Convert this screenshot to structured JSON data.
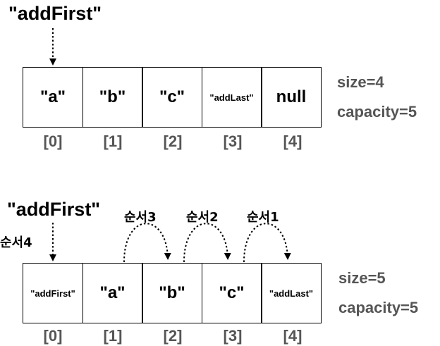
{
  "before": {
    "operation_label": "\"addFirst\"",
    "cells": [
      "\"a\"",
      "\"b\"",
      "\"c\"",
      "\"addLast\"",
      "null"
    ],
    "indices": [
      "[0]",
      "[1]",
      "[2]",
      "[3]",
      "[4]"
    ],
    "size_label": "size=4",
    "capacity_label": "capacity=5"
  },
  "after": {
    "operation_label": "\"addFirst\"",
    "cells": [
      "\"addFirst\"",
      "\"a\"",
      "\"b\"",
      "\"c\"",
      "\"addLast\""
    ],
    "indices": [
      "[0]",
      "[1]",
      "[2]",
      "[3]",
      "[4]"
    ],
    "size_label": "size=5",
    "capacity_label": "capacity=5",
    "orders": [
      "순서1",
      "순서2",
      "순서3",
      "순서4"
    ]
  },
  "colors": {
    "border": "#000000",
    "index_text": "#555555",
    "meta_text": "#555555"
  }
}
